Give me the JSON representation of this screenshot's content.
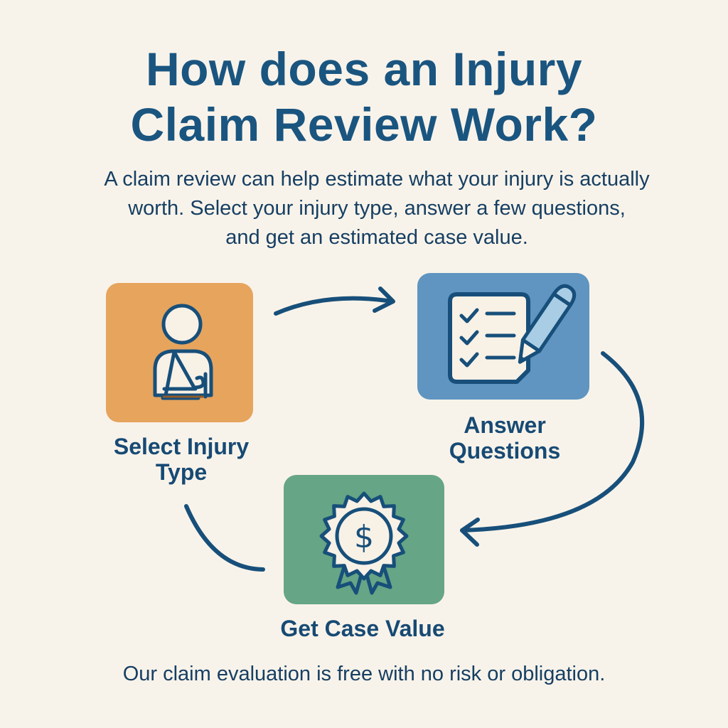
{
  "header": {
    "title_line1": "How does an Injury",
    "title_line2": "Claim Review Work?"
  },
  "intro": {
    "line1": "A claim review can help estimate what your injury is actually",
    "line2": "worth. Select your injury type, answer a few questions,",
    "line3": "and get an estimated case value."
  },
  "steps": [
    {
      "label_line1": "Select Injury",
      "label_line2": "Type",
      "icon": "arm-sling-person-icon",
      "color": "#e6a45d"
    },
    {
      "label_line1": "Answer",
      "label_line2": "Questions",
      "icon": "checklist-pencil-icon",
      "color": "#5f95c0"
    },
    {
      "label_line1": "Get Case Value",
      "icon": "dollar-award-badge-icon",
      "color": "#66a585"
    }
  ],
  "footer": {
    "text": "Our claim evaluation is free with no risk or obligation."
  },
  "colors": {
    "background": "#f8f3ea",
    "text": "#174a74",
    "icon_stroke": "#174f7a"
  }
}
